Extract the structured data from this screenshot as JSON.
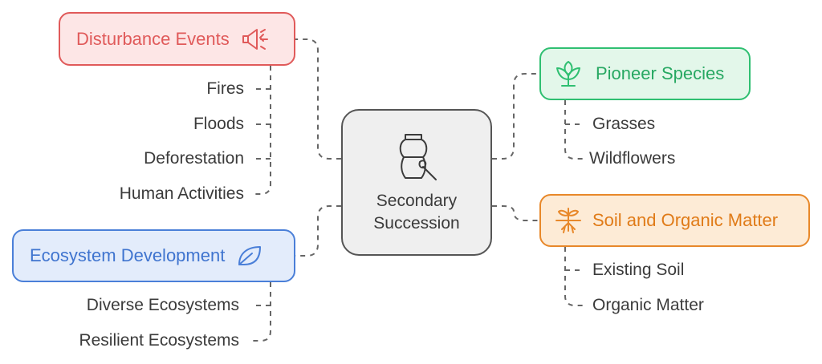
{
  "center": {
    "title_line1": "Secondary",
    "title_line2": "Succession",
    "icon": "vase-brush-icon"
  },
  "disturbance": {
    "title": "Disturbance Events",
    "icon": "megaphone-icon",
    "color": "#e05a5a",
    "items": [
      "Fires",
      "Floods",
      "Deforestation",
      "Human Activities"
    ]
  },
  "pioneer": {
    "title": "Pioneer Species",
    "icon": "sprout-icon",
    "color": "#2fbf71",
    "items": [
      "Grasses",
      "Wildflowers"
    ]
  },
  "soil": {
    "title": "Soil and Organic Matter",
    "icon": "roots-icon",
    "color": "#e8882a",
    "items": [
      "Existing Soil",
      "Organic Matter"
    ]
  },
  "ecosystem": {
    "title": "Ecosystem Development",
    "icon": "leaf-icon",
    "color": "#4a7fd8",
    "items": [
      "Diverse Ecosystems",
      "Resilient Ecosystems"
    ]
  }
}
